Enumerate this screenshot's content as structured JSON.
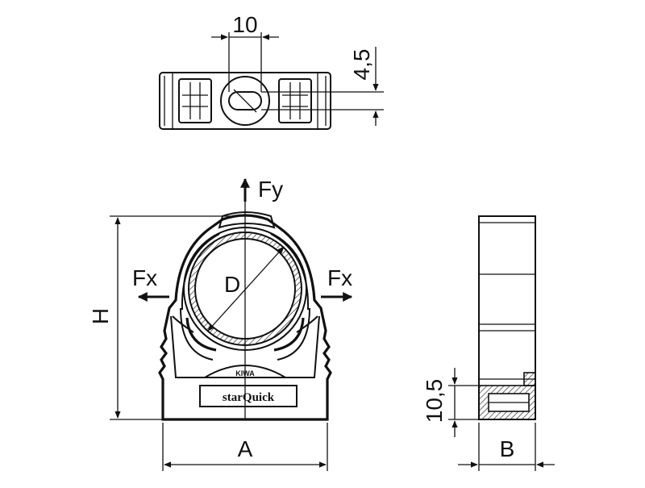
{
  "labels": {
    "dim_10": "10",
    "dim_4_5": "4,5",
    "force_fy": "Fy",
    "force_fx_left": "Fx",
    "force_fx_right": "Fx",
    "diameter": "D",
    "height": "H",
    "width_a": "A",
    "width_b": "B",
    "dim_10_5": "10,5",
    "brand_kiwa": "KIWA",
    "brand_starquick": "starQuick"
  },
  "colors": {
    "line": "#111111",
    "background": "#ffffff"
  }
}
